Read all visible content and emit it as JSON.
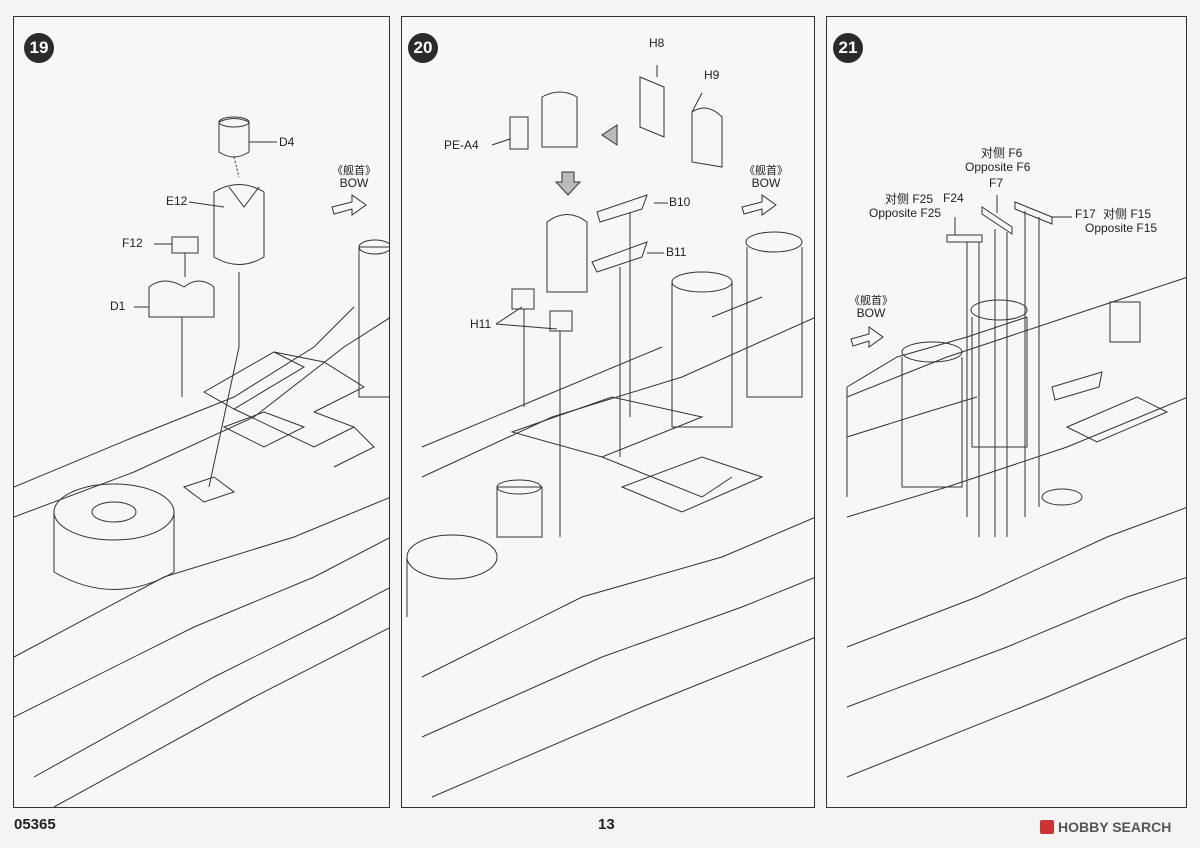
{
  "steps": {
    "s19": {
      "number": "19"
    },
    "s20": {
      "number": "20"
    },
    "s21": {
      "number": "21"
    }
  },
  "labels19": {
    "d4": "D4",
    "e12": "E12",
    "f12": "F12",
    "d1": "D1"
  },
  "labels20": {
    "h8": "H8",
    "h9": "H9",
    "pea4": "PE-A4",
    "b10": "B10",
    "b11": "B11",
    "h11": "H11"
  },
  "labels21": {
    "f6_cn": "对侧 F6",
    "f6_en": "Opposite  F6",
    "f7": "F7",
    "f25_cn": "对侧 F25",
    "f25_en": "Opposite  F25",
    "f24": "F24",
    "f17": "F17",
    "f15_cn": "对侧 F15",
    "f15_en": "Opposite  F15"
  },
  "bow": {
    "cn": "《舰首》",
    "en": "BOW"
  },
  "footer": {
    "code": "05365",
    "page": "13",
    "watermark": "HOBBY SEARCH"
  }
}
